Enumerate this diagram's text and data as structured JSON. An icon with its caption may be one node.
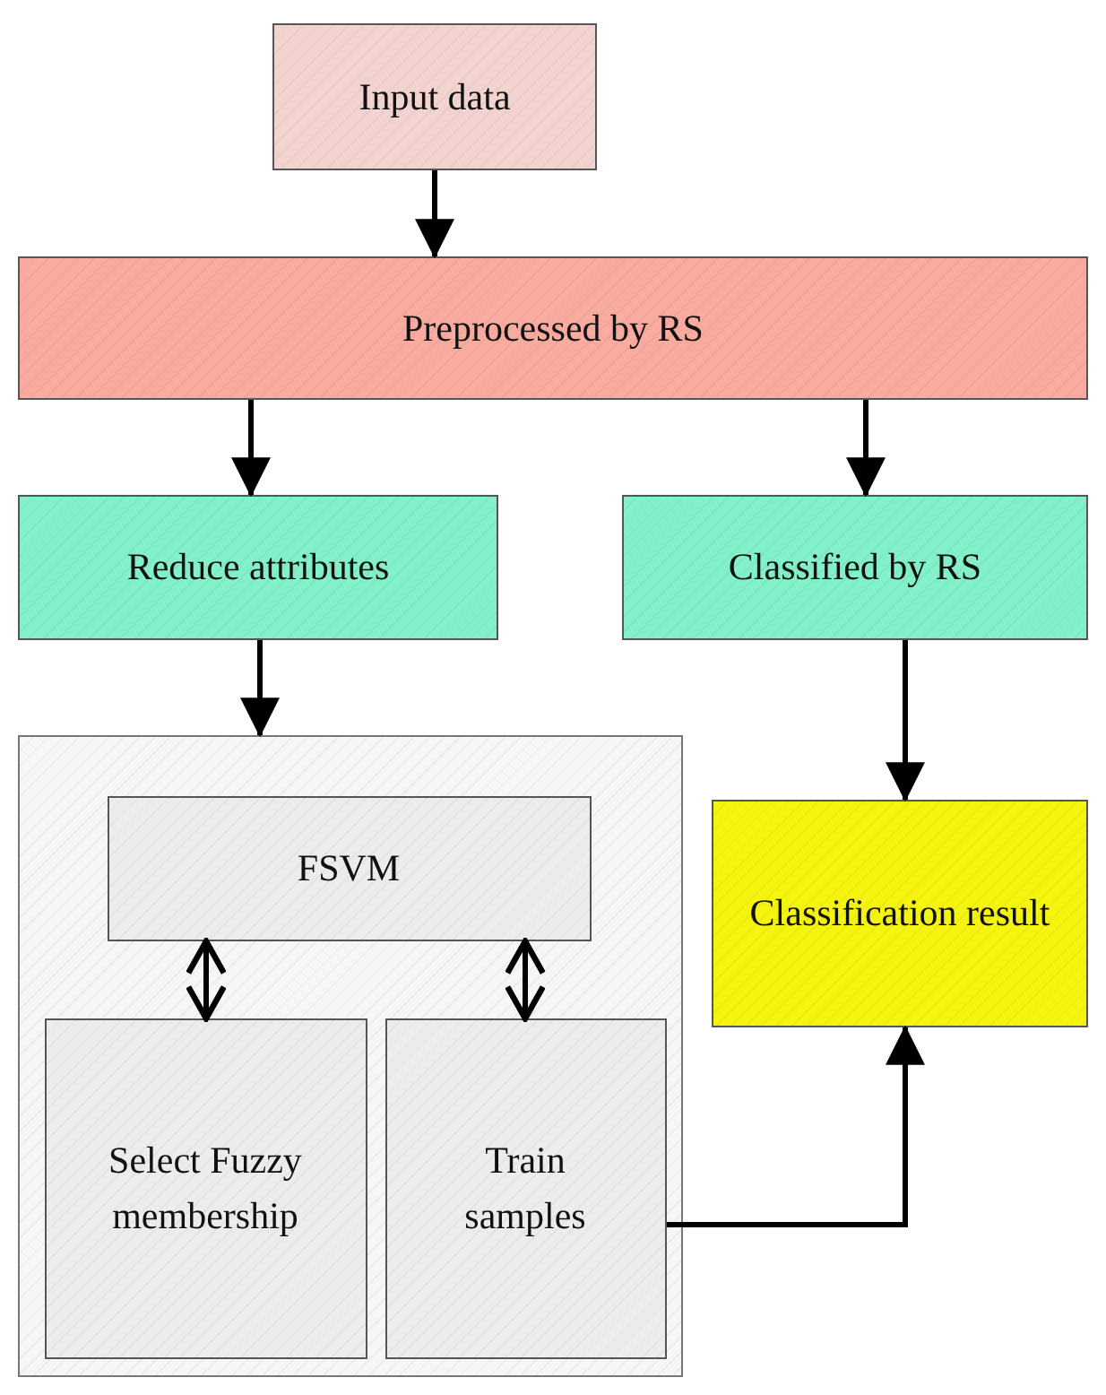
{
  "diagram": {
    "nodes": [
      {
        "text": [
          "Input data"
        ]
      },
      {
        "text": [
          "Preprocessed by RS"
        ]
      },
      {
        "text": [
          "Reduce attributes"
        ]
      },
      {
        "text": [
          "Classified by RS"
        ]
      },
      {
        "text": [],
        "shape": "box"
      },
      {
        "text": [
          "FSVM"
        ],
        "in": 4
      },
      {
        "text": [
          "Select Fuzzy membership"
        ],
        "in": 4
      },
      {
        "text": [
          "Train samples"
        ],
        "in": 4
      },
      {
        "text": [
          "Classification result"
        ]
      }
    ],
    "edges": [
      {
        "from": 0,
        "to": 1,
        "arrow": "to"
      },
      {
        "from": 1,
        "to": 2,
        "arrow": "to"
      },
      {
        "from": 1,
        "to": 3,
        "arrow": "to"
      },
      {
        "from": 2,
        "to": 4,
        "arrow": "to"
      },
      {
        "from": 5,
        "to": 6,
        "arrow": "both"
      },
      {
        "from": 5,
        "to": 7,
        "arrow": "both"
      },
      {
        "from": 3,
        "to": 8,
        "arrow": "to"
      },
      {
        "from": 7,
        "to": 8,
        "arrow": "to"
      }
    ]
  }
}
